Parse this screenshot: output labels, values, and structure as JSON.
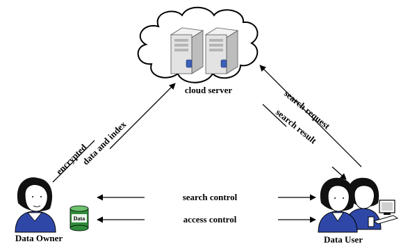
{
  "nodes": {
    "cloud": {
      "label": "cloud server"
    },
    "owner": {
      "label": "Data Owner"
    },
    "user": {
      "label": "Data User"
    },
    "data_store": {
      "label": "Data"
    }
  },
  "edges": {
    "upload_line1": "encrypted",
    "upload_line2": "data and index",
    "request": "search request",
    "result": "search result",
    "search_control": "search control",
    "access_control": "access control"
  },
  "colors": {
    "line": "#000000",
    "server_body": "#d9d9d9",
    "disk_blue": "#3d5fb4",
    "data_green": "#2e8b3a",
    "shirt_blue": "#2f48a8"
  }
}
